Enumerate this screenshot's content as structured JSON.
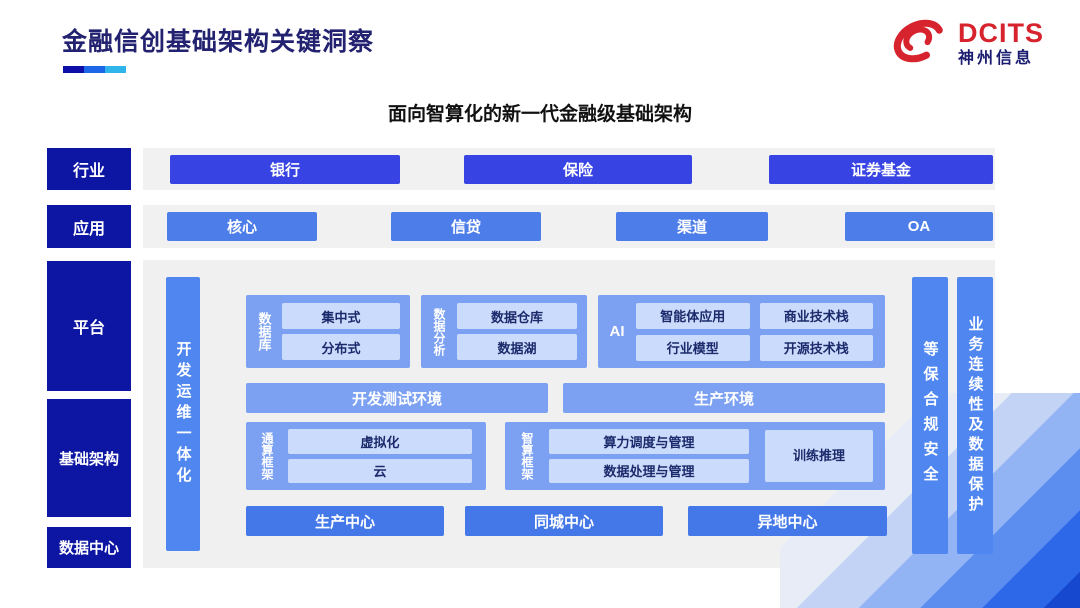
{
  "slide": {
    "title": "金融信创基础架构关键洞察",
    "subtitle": "面向智算化的新一代金融级基础架构",
    "logo": {
      "brand": "DCITS",
      "company": "神州信息"
    }
  },
  "left_labels": {
    "industry": "行业",
    "application": "应用",
    "platform": "平台",
    "infrastructure": "基础架构",
    "datacenter": "数据中心"
  },
  "industry_row": {
    "items": [
      "银行",
      "保险",
      "证券基金"
    ]
  },
  "application_row": {
    "items": [
      "核心",
      "信贷",
      "渠道",
      "OA"
    ]
  },
  "platform_area": {
    "devops_bar": "开发运维一体化",
    "groups": [
      {
        "label": "数据库",
        "items": [
          "集中式",
          "分布式"
        ]
      },
      {
        "label": "数据分析",
        "items": [
          "数据仓库",
          "数据湖"
        ]
      },
      {
        "label": "AI",
        "items": [
          "智能体应用",
          "商业技术栈",
          "行业模型",
          "开源技术栈"
        ]
      }
    ],
    "env_bars": [
      "开发测试环境",
      "生产环境"
    ],
    "frameworks": [
      {
        "label": "通算框架",
        "items": [
          "虚拟化",
          "云"
        ]
      },
      {
        "label": "智算框架",
        "items": [
          "算力调度与管理",
          "数据处理与管理"
        ],
        "side_box": "训练推理"
      }
    ],
    "centers": [
      "生产中心",
      "同城中心",
      "异地中心"
    ],
    "right_bars": [
      "等保合规安全",
      "业务连续性及数据保护"
    ]
  },
  "colors": {
    "title_navy": "#232270",
    "label_navy": "#0D16A2",
    "industry_blue": "#3743E3",
    "application_blue": "#4D7DE9",
    "bar_blue": "#4F86F0",
    "group_blue": "#7CA1F2",
    "inner_light_blue": "#CBDBFB",
    "inner_text_navy": "#1B2A6B",
    "center_blue": "#4478E8",
    "brand_red": "#D7232E",
    "accent_segments": [
      "#0E0EA8",
      "#1E66E8",
      "#2FB5E9"
    ]
  }
}
